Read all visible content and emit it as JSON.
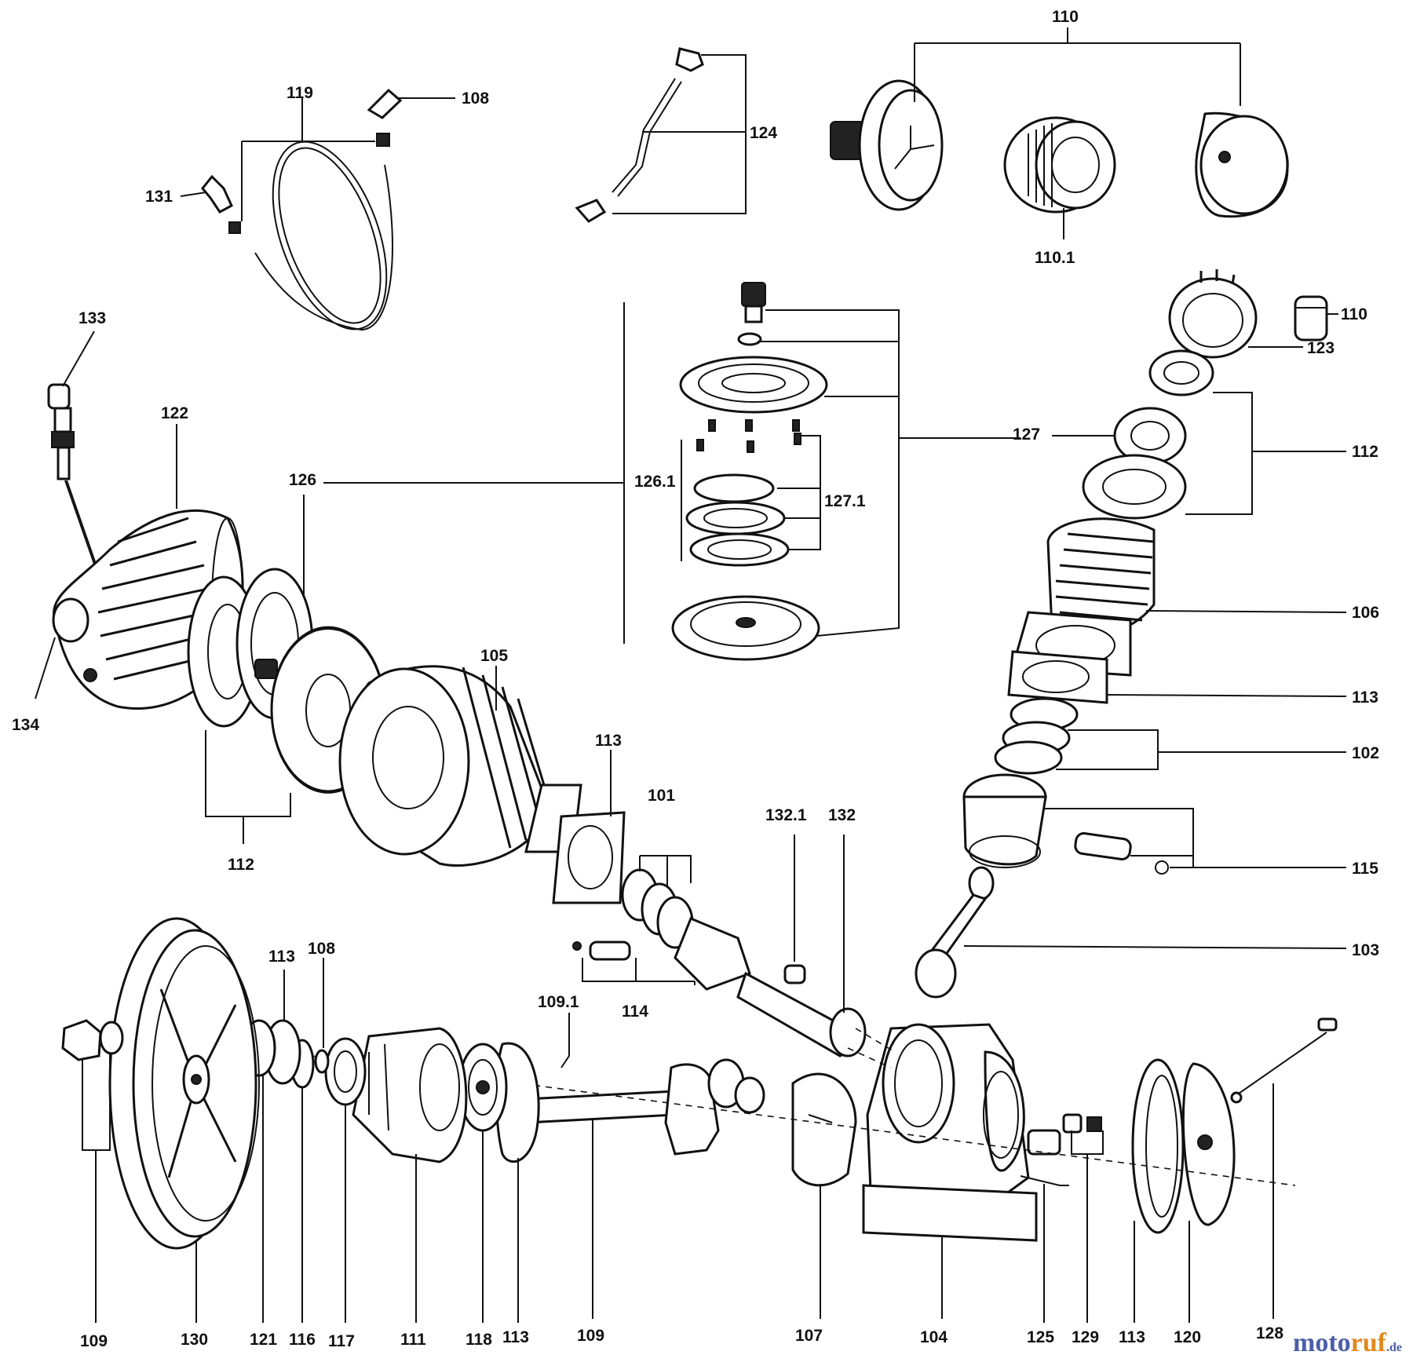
{
  "labels": {
    "l110_top": "110",
    "l108_top": "108",
    "l119": "119",
    "l131": "131",
    "l124": "124",
    "l110_1": "110.1",
    "l110_right": "110",
    "l123": "123",
    "l133": "133",
    "l122": "122",
    "l126": "126",
    "l126_1": "126.1",
    "l127": "127",
    "l127_1": "127.1",
    "l112_right": "112",
    "l134": "134",
    "l105": "105",
    "l106": "106",
    "l113_right": "113",
    "l102": "102",
    "l112_left": "112",
    "l113_mid": "113",
    "l101": "101",
    "l132_1": "132.1",
    "l132": "132",
    "l115": "115",
    "l103": "103",
    "l113_low": "113",
    "l108_low": "108",
    "l114": "114",
    "l109_1": "109.1",
    "b109_left": "109",
    "b130": "130",
    "b121": "121",
    "b116": "116",
    "b117": "117",
    "b111": "111",
    "b118": "118",
    "b113_a": "113",
    "b109": "109",
    "b107": "107",
    "b104": "104",
    "b125": "125",
    "b129": "129",
    "b113_b": "113",
    "b120": "120",
    "b128": "128"
  },
  "watermark": {
    "part1": "moto",
    "part2": "ruf",
    "part3": ".de"
  }
}
